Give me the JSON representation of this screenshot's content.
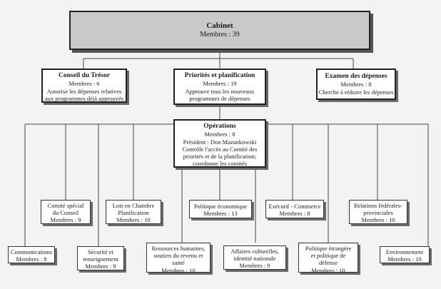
{
  "cabinet": {
    "title": "Cabinet",
    "members": "Membres : 39"
  },
  "top_committees": [
    {
      "title": "Conseil du Trésor",
      "members": "Membres : 6",
      "desc1": "Autorise les dépenses relatives",
      "desc2": "aux programmes déjà approuvés"
    },
    {
      "title": "Priorités et planification",
      "members": "Membres : 19",
      "desc1": "Approuve tous les nouveaux",
      "desc2": "programmes de dépenses"
    },
    {
      "title": "Examen des dépenses",
      "members": "Membres : 8",
      "desc1": "Cherche à réduire les dépenses",
      "desc2": ""
    }
  ],
  "operations": {
    "title": "Opérations",
    "members": "Membres : 8",
    "president": "Président : Don Mazankowski",
    "desc1": "Contrôle l'accès au Comité des",
    "desc2": "priorités et de la planification;",
    "desc3": "coordonne les comités"
  },
  "upper_row": [
    {
      "l1": "Comité spécial",
      "l2": "du Conseil",
      "l3": "Membres : 9"
    },
    {
      "l1": "Lois en Chambre",
      "l2": "Planification",
      "l3": "Membres : 10"
    },
    {
      "l1": "Politique économique",
      "l2": "Membres : 13",
      "l3": ""
    },
    {
      "l1": "Exécutif - Commerce",
      "l2": "Membres : 8",
      "l3": ""
    },
    {
      "l1": "Relations fédérales-",
      "l2": "provinciales",
      "l3": "Membres : 10"
    }
  ],
  "lower_row": [
    {
      "l1": "Communications",
      "l2": "Membres : 8",
      "l3": "",
      "l4": ""
    },
    {
      "l1": "Sécurité et",
      "l2": "renseignement",
      "l3": "Membres : 9",
      "l4": ""
    },
    {
      "l1": "Ressources humaines,",
      "l2": "soutien du revenu et",
      "l3": "santé",
      "l4": "Membres : 10"
    },
    {
      "l1": "Affaires culturelles,",
      "l2": "identité nationale",
      "l3": "Membres : 9",
      "l4": ""
    },
    {
      "l1": "Politique étrangère",
      "l2": "et politique de",
      "l3": "défense",
      "l4": "Membres : 10"
    },
    {
      "l1": "Environnement",
      "l2": "Membres : 10",
      "l3": "",
      "l4": ""
    }
  ]
}
